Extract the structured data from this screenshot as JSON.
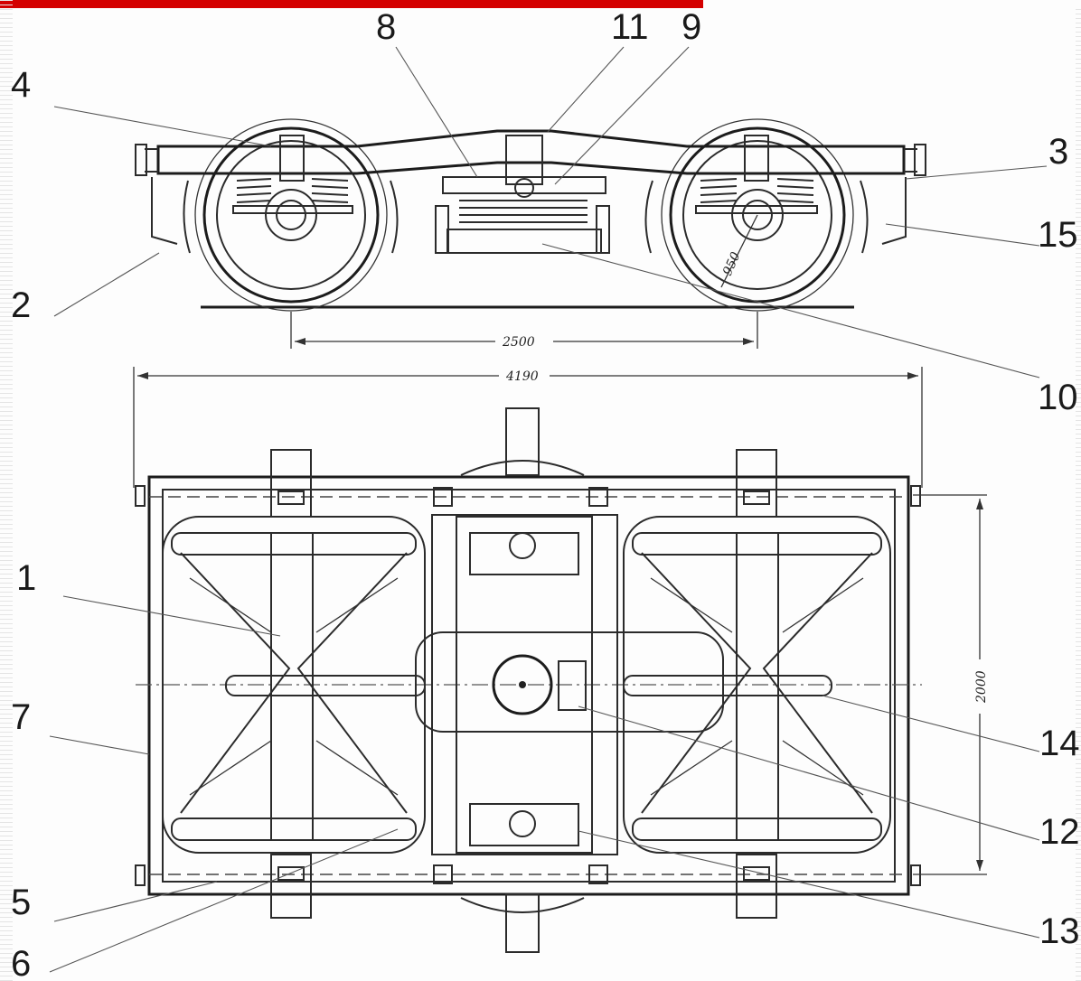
{
  "callouts": {
    "c1": "1",
    "c2": "2",
    "c3": "3",
    "c4": "4",
    "c5": "5",
    "c6": "6",
    "c7": "7",
    "c8": "8",
    "c9": "9",
    "c10": "10",
    "c11": "11",
    "c12": "12",
    "c13": "13",
    "c14": "14",
    "c15": "15"
  },
  "dimensions": {
    "wheelbase": "2500",
    "overall_length": "4190",
    "track_width": "2000",
    "wheel_diameter": "950"
  },
  "colors": {
    "top_bar": "#d40000",
    "ink": "#2b2b2b"
  }
}
